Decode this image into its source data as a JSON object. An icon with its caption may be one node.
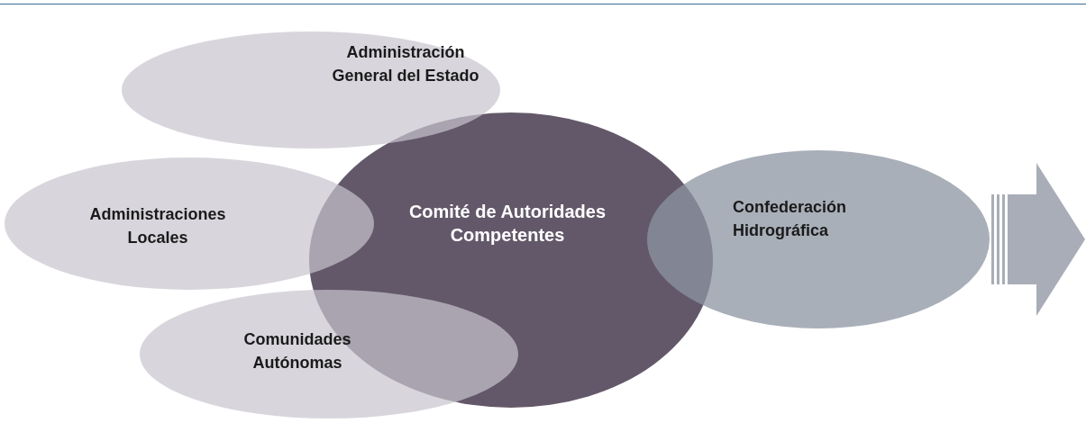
{
  "diagram": {
    "nodes": [
      {
        "text": [
          "Administración General del Estado"
        ]
      },
      {
        "text": [
          "Administraciones Locales"
        ]
      },
      {
        "text": [
          "Comité de Autoridades Competentes"
        ]
      },
      {
        "text": [
          "Comunidades Autónomas"
        ]
      },
      {
        "text": [
          "Confederación Hidrográfica"
        ]
      }
    ]
  }
}
